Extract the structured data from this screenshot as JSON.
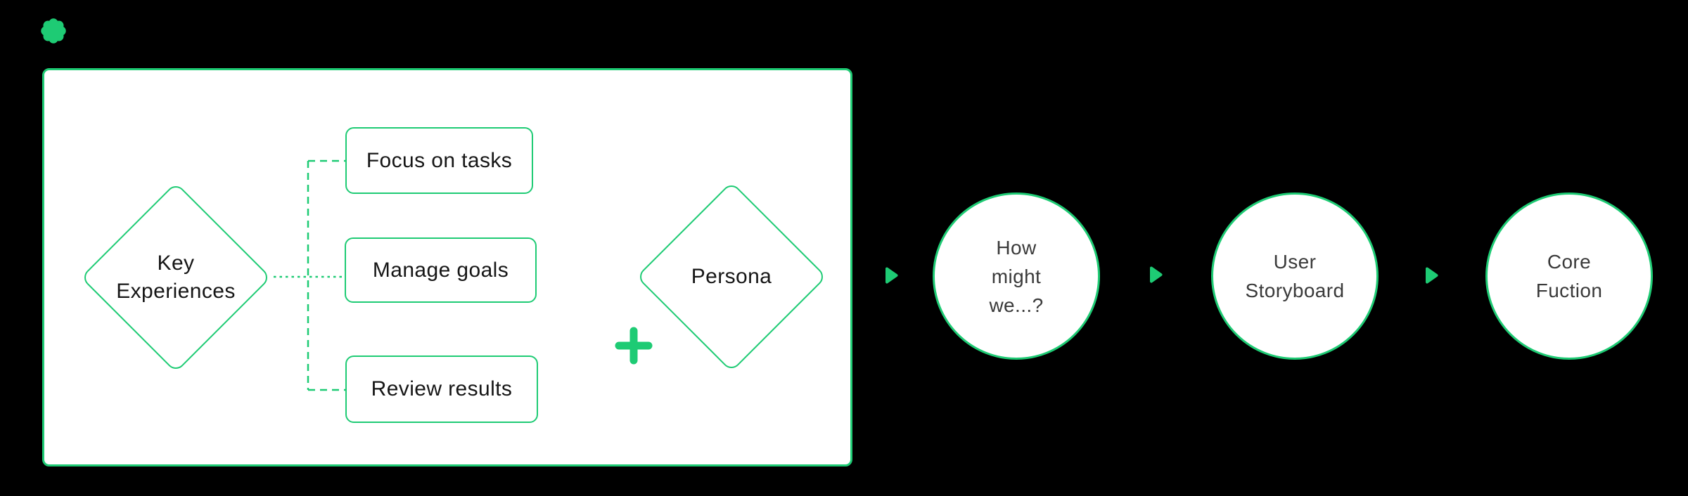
{
  "colors": {
    "background": "#000000",
    "accent": "#1ecb74",
    "panel_bg": "#ffffff",
    "panel_text": "#161616",
    "circle_text": "#3a3a3a"
  },
  "icons": {
    "logo": "flower-icon",
    "combine": "plus-icon",
    "arrow": "play-arrow-icon"
  },
  "panel": {
    "key_experiences": {
      "line1": "Key",
      "line2": "Experiences"
    },
    "tasks": [
      {
        "label": "Focus on tasks"
      },
      {
        "label": "Manage goals"
      },
      {
        "label": "Review results"
      }
    ],
    "persona": {
      "label": "Persona"
    }
  },
  "flow": {
    "steps": [
      {
        "lines": [
          "How",
          "might",
          "we...?"
        ]
      },
      {
        "lines": [
          "User",
          "Storyboard"
        ]
      },
      {
        "lines": [
          "Core",
          "Fuction"
        ]
      }
    ]
  }
}
